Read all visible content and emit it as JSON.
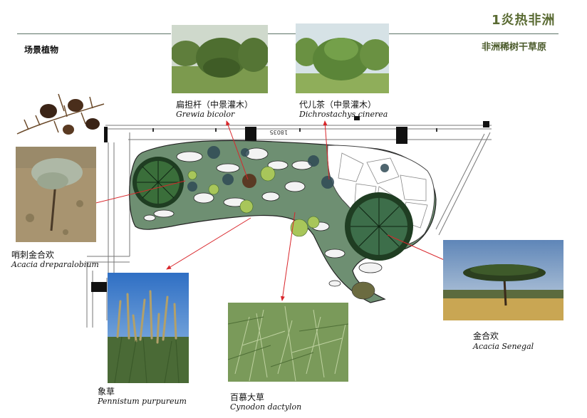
{
  "header": {
    "title": "1炎热非洲",
    "subtitle": "非洲稀树干草原",
    "section_label": "场景植物"
  },
  "plan": {
    "dimension_label": "18035"
  },
  "plants": [
    {
      "cn": "扁担杆（中景灌木）",
      "latin": "Grewia bicolor",
      "photo": "shrub-photo"
    },
    {
      "cn": "代儿茶（中景灌木）",
      "latin": "Dichrostachys cinerea",
      "photo": "bush-photo"
    },
    {
      "cn": "哨刺金合欢",
      "latin": "Acacia dreparalobium",
      "photo": "acacia-sapling-photo"
    },
    {
      "cn": "金合欢",
      "latin": "Acacia Senegal",
      "photo": "acacia-tree-photo"
    },
    {
      "cn": "象草",
      "latin": "Pennistum purpureum",
      "photo": "elephant-grass-photo"
    },
    {
      "cn": "百慕大草",
      "latin": "Cynodon dactylon",
      "photo": "bermuda-grass-photo"
    }
  ],
  "colors": {
    "accent": "#5a6b33",
    "rule": "#5d7467",
    "leader": "#d9262b",
    "plan_green": "#6e8f72"
  }
}
